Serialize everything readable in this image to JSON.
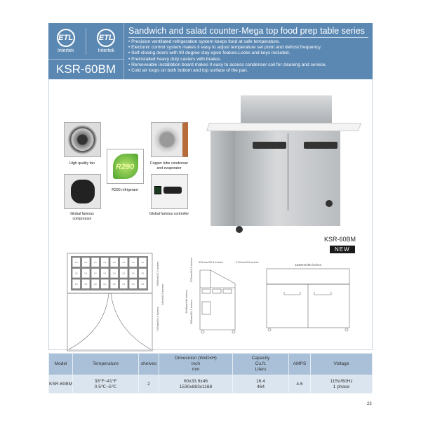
{
  "header": {
    "certifications": [
      {
        "mark": "ETL",
        "label": "Intertek",
        "prefix": "c",
        "suffix": "us"
      },
      {
        "mark": "ETL",
        "label": "Intertek"
      }
    ],
    "model": "KSR-60BM",
    "title": "Sandwich and salad counter-Mega top food prep table series",
    "features": [
      "Precision ventilated refrigeration system keeps food at safe temperature.",
      "Electonic control system makes it easy to adjust temperature set point and defrost frequency.",
      "Self-closing doors with 90 degree stay-open feature.Locks and keys included.",
      "Preinstalled heavy duty casters with brakes.",
      "Removeable installation board makes it easy to access condenser coil for cleaning and service.",
      "Cold air loops on both bottom and top surface of the pan."
    ]
  },
  "components": [
    {
      "caption": "High quality fan",
      "icon": "fan-icon"
    },
    {
      "caption": "R290 refrigerant",
      "icon": "r290-leaf-icon",
      "badge": "R290"
    },
    {
      "caption": "Copper tube condenser and evaporator",
      "icon": "condenser-icon"
    },
    {
      "caption": "Global famous compressor",
      "icon": "compressor-icon"
    },
    {
      "caption": "Global famous controller",
      "icon": "controller-icon"
    }
  ],
  "product": {
    "model_label": "KSR-60BM",
    "badge": "NEW"
  },
  "drawings": {
    "top_pan_label": "1/6",
    "top_depth": "690mm/27.2 inches",
    "gap": "24mm/0.9 inches",
    "door_depth": "747mm/29.4 inches",
    "side_top_depth": "651mm/25.6 inches",
    "side_overhang": "212mm/8.3 inches",
    "side_lid_height": "270mm/10.6 inches",
    "side_total_height": "1168mm/46 inches",
    "side_body_height": "765mm/30.1 inches",
    "front_width": "1530mm/60 inches"
  },
  "spec_table": {
    "headers": [
      "Model",
      "Temperature",
      "shelves",
      "Dimesnion (WxDxH)\ninch\nmm",
      "Capacity\nCu.ft.\nLiters",
      "AMPS",
      "Voltage"
    ],
    "rows": [
      [
        "KSR-60BM",
        "33°F~41°F\n0.5℃~5℃",
        "2",
        "60x33.9x46\n1530x863x1168",
        "16.4\n464",
        "4.6",
        "115V/60Hz\n1 phase"
      ]
    ]
  },
  "page_number": "23",
  "colors": {
    "header_blue": "#5b88b3",
    "table_header": "#a9c0d8",
    "table_row": "#dbe5ef"
  }
}
